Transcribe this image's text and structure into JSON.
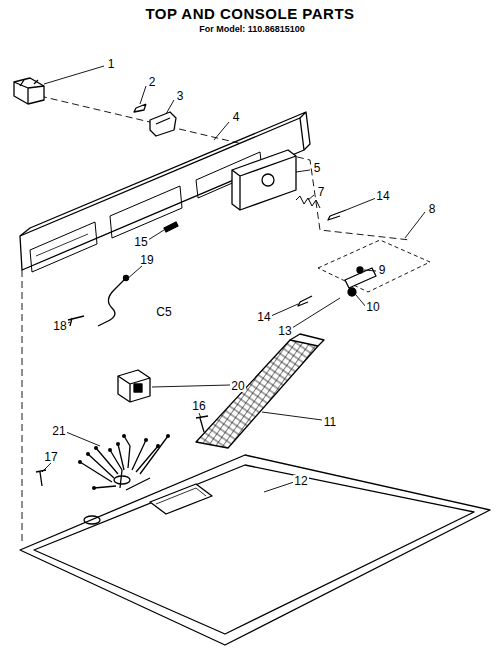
{
  "diagram": {
    "title": "TOP AND CONSOLE PARTS",
    "labels": [
      "For Model: 110.86815100",
      "1",
      "2",
      "3",
      "4",
      "5",
      "7",
      "14",
      "8",
      "15",
      "19",
      "9",
      "14",
      "10",
      "18",
      "C5",
      "13",
      "20",
      "11",
      "21",
      "16",
      "17",
      "12"
    ]
  }
}
